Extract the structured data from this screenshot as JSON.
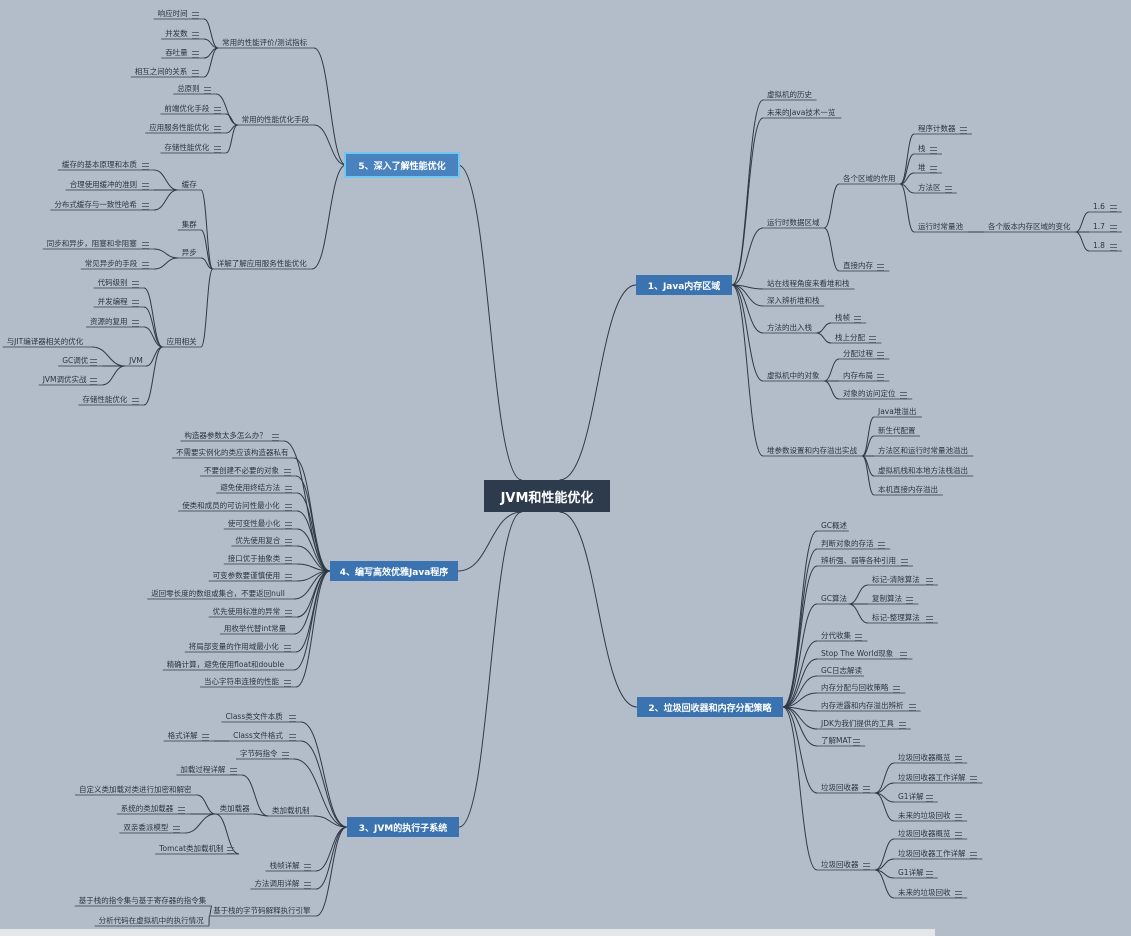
{
  "root": {
    "label": "JVM和性能优化"
  },
  "branches": [
    {
      "label": "1、Java内存区域",
      "children": [
        {
          "label": "虚拟机的历史",
          "icon": false,
          "children": []
        },
        {
          "label": "未来的Java技术一览",
          "icon": false,
          "children": []
        },
        {
          "label": "运行时数据区域",
          "icon": false,
          "children": [
            {
              "label": "各个区域的作用",
              "icon": false,
              "children": [
                {
                  "label": "程序计数器",
                  "icon": true,
                  "children": []
                },
                {
                  "label": "栈",
                  "icon": true,
                  "children": []
                },
                {
                  "label": "堆",
                  "icon": true,
                  "children": []
                },
                {
                  "label": "方法区",
                  "icon": true,
                  "children": []
                },
                {
                  "label": "运行时常量池",
                  "icon": false,
                  "children": [
                    {
                      "label": "各个版本内存区域的变化",
                      "icon": false,
                      "children": [
                        {
                          "label": "1.6",
                          "icon": true,
                          "children": []
                        },
                        {
                          "label": "1.7",
                          "icon": true,
                          "children": []
                        },
                        {
                          "label": "1.8",
                          "icon": true,
                          "children": []
                        }
                      ]
                    }
                  ]
                }
              ]
            },
            {
              "label": "直接内存",
              "icon": true,
              "children": []
            }
          ]
        },
        {
          "label": "站在线程角度来看堆和栈",
          "icon": false,
          "children": []
        },
        {
          "label": "深入辨析堆和栈",
          "icon": false,
          "children": []
        },
        {
          "label": "方法的出入栈",
          "icon": false,
          "children": [
            {
              "label": "栈帧",
              "icon": true,
              "children": []
            },
            {
              "label": "栈上分配",
              "icon": true,
              "children": []
            }
          ]
        },
        {
          "label": "虚拟机中的对象",
          "icon": false,
          "children": [
            {
              "label": "分配过程",
              "icon": true,
              "children": []
            },
            {
              "label": "内存布局",
              "icon": true,
              "children": []
            },
            {
              "label": "对象的访问定位",
              "icon": true,
              "children": []
            }
          ]
        },
        {
          "label": "堆参数设置和内存溢出实战",
          "icon": false,
          "children": [
            {
              "label": "Java堆溢出",
              "icon": false,
              "children": []
            },
            {
              "label": "新生代配置",
              "icon": false,
              "children": []
            },
            {
              "label": "方法区和运行时常量池溢出",
              "icon": false,
              "children": []
            },
            {
              "label": "虚拟机栈和本地方法栈溢出",
              "icon": false,
              "children": []
            },
            {
              "label": "本机直接内存溢出",
              "icon": false,
              "children": []
            }
          ]
        }
      ]
    },
    {
      "label": "2、垃圾回收器和内存分配策略",
      "children": [
        {
          "label": "GC概述",
          "icon": false,
          "children": []
        },
        {
          "label": "判断对象的存活",
          "icon": true,
          "children": []
        },
        {
          "label": "辨析强、弱等各种引用",
          "icon": true,
          "children": []
        },
        {
          "label": "GC算法",
          "icon": false,
          "children": [
            {
              "label": "标记-清除算法",
              "icon": true,
              "children": []
            },
            {
              "label": "复制算法",
              "icon": true,
              "children": []
            },
            {
              "label": "标记-整理算法",
              "icon": true,
              "children": []
            }
          ]
        },
        {
          "label": "分代收集",
          "icon": true,
          "children": []
        },
        {
          "label": "Stop The World现象",
          "icon": true,
          "children": []
        },
        {
          "label": "GC日志解读",
          "icon": false,
          "children": []
        },
        {
          "label": "内存分配与回收策略",
          "icon": true,
          "children": []
        },
        {
          "label": "内存泄露和内存溢出辨析",
          "icon": true,
          "children": []
        },
        {
          "label": "JDK为我们提供的工具",
          "icon": true,
          "children": []
        },
        {
          "label": "了解MAT",
          "icon": true,
          "children": []
        },
        {
          "label": "垃圾回收器",
          "icon": true,
          "children": [
            {
              "label": "垃圾回收器概览",
              "icon": true,
              "children": []
            },
            {
              "label": "垃圾回收器工作详解",
              "icon": true,
              "children": []
            },
            {
              "label": "G1详解",
              "icon": true,
              "children": []
            },
            {
              "label": "未来的垃圾回收",
              "icon": true,
              "children": []
            }
          ]
        },
        {
          "label": "垃圾回收器",
          "icon": true,
          "children": [
            {
              "label": "垃圾回收器概览",
              "icon": true,
              "children": []
            },
            {
              "label": "垃圾回收器工作详解",
              "icon": true,
              "children": []
            },
            {
              "label": "G1详解",
              "icon": true,
              "children": []
            },
            {
              "label": "未来的垃圾回收",
              "icon": true,
              "children": []
            }
          ]
        }
      ]
    },
    {
      "label": "3、JVM的执行子系统",
      "children": [
        {
          "label": "Class类文件本质",
          "icon": true,
          "children": []
        },
        {
          "label": "Class文件格式",
          "icon": true,
          "children": [
            {
              "label": "格式详解",
              "icon": true,
              "children": []
            }
          ]
        },
        {
          "label": "字节码指令",
          "icon": true,
          "children": []
        },
        {
          "label": "类加载机制",
          "icon": false,
          "children": [
            {
              "label": "加载过程详解",
              "icon": true,
              "children": []
            },
            {
              "label": "类加载器",
              "icon": false,
              "children": [
                {
                  "label": "自定义类加载对类进行加密和解密",
                  "icon": false,
                  "children": []
                },
                {
                  "label": "系统的类加载器",
                  "icon": true,
                  "children": []
                },
                {
                  "label": "双亲委派模型",
                  "icon": true,
                  "children": []
                },
                {
                  "label": "Tomcat类加载机制",
                  "icon": true,
                  "children": []
                }
              ]
            }
          ]
        },
        {
          "label": "栈帧详解",
          "icon": true,
          "children": []
        },
        {
          "label": "方法调用详解",
          "icon": true,
          "children": []
        },
        {
          "label": "基于栈的字节码解释执行引擎",
          "icon": false,
          "children": [
            {
              "label": "基于栈的指令集与基于寄存器的指令集",
              "icon": false,
              "children": []
            },
            {
              "label": "分析代码在虚拟机中的执行情况",
              "icon": false,
              "children": []
            }
          ]
        }
      ]
    },
    {
      "label": "4、编写高效优雅Java程序",
      "children": [
        {
          "label": "构造器参数太多怎么办？",
          "icon": true,
          "children": []
        },
        {
          "label": "不需要实例化的类应该构造器私有",
          "icon": false,
          "children": []
        },
        {
          "label": "不要创建不必要的对象",
          "icon": true,
          "children": []
        },
        {
          "label": "避免使用终结方法",
          "icon": true,
          "children": []
        },
        {
          "label": "使类和成员的可访问性最小化",
          "icon": true,
          "children": []
        },
        {
          "label": "使可变性最小化",
          "icon": true,
          "children": []
        },
        {
          "label": "优先使用复合",
          "icon": true,
          "children": []
        },
        {
          "label": "接口优于抽象类",
          "icon": true,
          "children": []
        },
        {
          "label": "可变参数要谨慎使用",
          "icon": true,
          "children": []
        },
        {
          "label": "返回零长度的数组或集合，不要返回null",
          "icon": false,
          "children": []
        },
        {
          "label": "优先使用标准的异常",
          "icon": true,
          "children": []
        },
        {
          "label": "用枚举代替int常量",
          "icon": false,
          "children": []
        },
        {
          "label": "将局部变量的作用域最小化",
          "icon": true,
          "children": []
        },
        {
          "label": "精确计算，避免使用float和double",
          "icon": false,
          "children": []
        },
        {
          "label": "当心字符串连接的性能",
          "icon": true,
          "children": []
        }
      ]
    },
    {
      "label": "5、深入了解性能优化",
      "children": [
        {
          "label": "常用的性能评价/测试指标",
          "icon": false,
          "children": [
            {
              "label": "响应时间",
              "icon": true,
              "children": []
            },
            {
              "label": "并发数",
              "icon": true,
              "children": []
            },
            {
              "label": "吞吐量",
              "icon": true,
              "children": []
            },
            {
              "label": "相互之间的关系",
              "icon": true,
              "children": []
            }
          ]
        },
        {
          "label": "常用的性能优化手段",
          "icon": false,
          "children": [
            {
              "label": "总原则",
              "icon": true,
              "children": []
            },
            {
              "label": "前端优化手段",
              "icon": true,
              "children": []
            },
            {
              "label": "应用服务性能优化",
              "icon": true,
              "children": []
            },
            {
              "label": "存储性能优化",
              "icon": true,
              "children": []
            }
          ]
        },
        {
          "label": "详解了解应用服务性能优化",
          "icon": false,
          "children": [
            {
              "label": "缓存",
              "icon": false,
              "children": [
                {
                  "label": "缓存的基本原理和本质",
                  "icon": true,
                  "children": []
                },
                {
                  "label": "合理使用缓冲的准则",
                  "icon": true,
                  "children": []
                },
                {
                  "label": "分布式缓存与一致性哈希",
                  "icon": true,
                  "children": []
                }
              ]
            },
            {
              "label": "集群",
              "icon": false,
              "children": []
            },
            {
              "label": "异步",
              "icon": false,
              "children": [
                {
                  "label": "同步和异步，阻塞和非阻塞",
                  "icon": true,
                  "children": []
                },
                {
                  "label": "常见异步的手段",
                  "icon": true,
                  "children": []
                }
              ]
            },
            {
              "label": "应用相关",
              "icon": false,
              "children": [
                {
                  "label": "代码级别",
                  "icon": true,
                  "children": []
                },
                {
                  "label": "并发编程",
                  "icon": true,
                  "children": []
                },
                {
                  "label": "资源的复用",
                  "icon": true,
                  "children": []
                },
                {
                  "label": "JVM",
                  "icon": false,
                  "children": [
                    {
                      "label": "与JIT编译器相关的优化",
                      "icon": false,
                      "children": []
                    },
                    {
                      "label": "GC调优",
                      "icon": true,
                      "children": []
                    },
                    {
                      "label": "JVM调优实战",
                      "icon": true,
                      "children": []
                    }
                  ]
                },
                {
                  "label": "存储性能优化",
                  "icon": true,
                  "children": []
                }
              ]
            }
          ]
        }
      ]
    }
  ]
}
